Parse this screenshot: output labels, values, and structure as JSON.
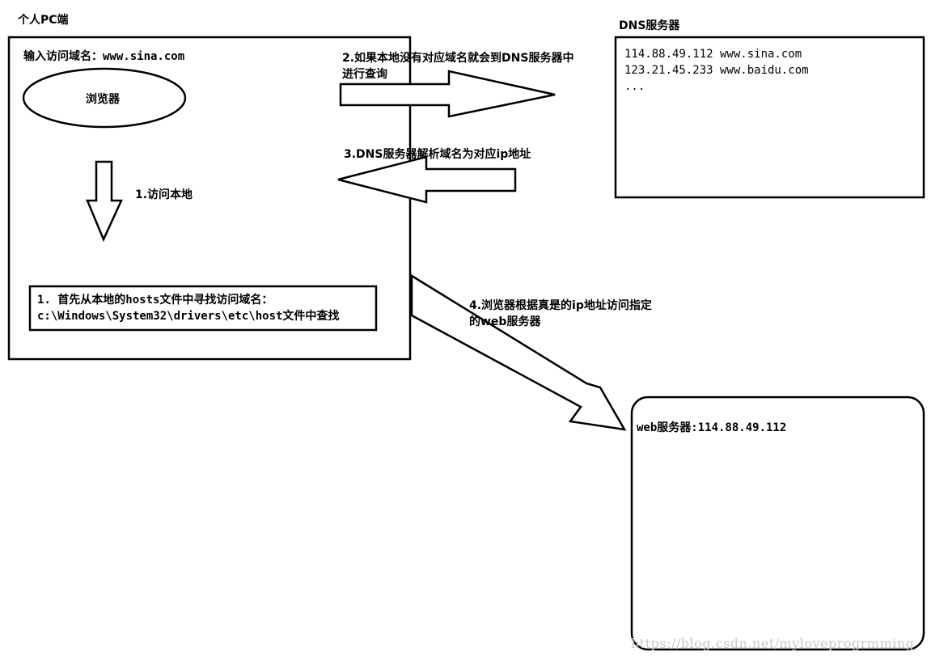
{
  "pc": {
    "title": "个人PC端",
    "input_label": "输入访问域名：www.sina.com",
    "browser_label": "浏览器",
    "hosts_line1": "1. 首先从本地的hosts文件中寻找访问域名：",
    "hosts_line2": "c:\\Windows\\System32\\drivers\\etc\\host文件中查找"
  },
  "dns": {
    "title": "DNS服务器",
    "records": [
      "114.88.49.112 www.sina.com",
      "123.21.45.233 www.baidu.com",
      "..."
    ]
  },
  "web": {
    "label": "web服务器:114.88.49.112"
  },
  "steps": {
    "step1": "1.访问本地",
    "step2_line1": "2.如果本地没有对应域名就会到DNS服务器中",
    "step2_line2": "进行查询",
    "step3": "3.DNS服务器解析域名为对应ip地址",
    "step4_line1": "4.浏览器根据真是的ip地址访问指定",
    "step4_line2": "的web服务器"
  },
  "watermark": "https://blog.csdn.net/myloveprogrmming",
  "colors": {
    "stroke": "#000000",
    "background": "#ffffff",
    "watermark": "#c8c8c8"
  }
}
